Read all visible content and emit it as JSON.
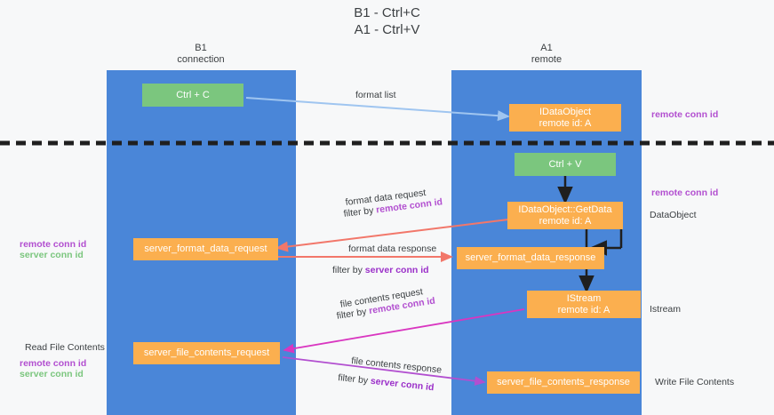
{
  "title": "B1 - Ctrl+C\nA1 - Ctrl+V",
  "columns": [
    {
      "name": "left-column",
      "label": "B1\nconnection"
    },
    {
      "name": "right-column",
      "label": "A1\nremote"
    }
  ],
  "nodes": {
    "ctrl_c": "Ctrl + C",
    "ctrl_v": "Ctrl + V",
    "idataobject": "IDataObject\nremote id: A",
    "getdata": "IDataObject::GetData\nremote id: A",
    "istream": "IStream\nremote id: A",
    "server_format_data_request": "server_format_data_request",
    "server_format_data_response": "server_format_data_response",
    "server_file_contents_request": "server_file_contents_request",
    "server_file_contents_response": "server_file_contents_response"
  },
  "edges": {
    "format_list": "format list",
    "format_data_request": "format data request",
    "format_data_response": "format data response",
    "file_contents_request": "file contents request",
    "file_contents_response": "file contents response",
    "filter_by": "filter by ",
    "remote_conn_id": "remote conn id",
    "server_conn_id": "server conn id"
  },
  "side_labels": {
    "left_read_file_contents": "Read File Contents",
    "left_remote_conn_id": "remote conn id",
    "left_server_conn_id": "server conn id",
    "left_mid_remote_conn_id": "remote conn id",
    "left_mid_server_conn_id": "server conn id",
    "right_remote_conn_id_top": "remote conn id",
    "right_remote_conn_id_mid": "remote conn id",
    "right_dataobject": "DataObject",
    "right_istream": "Istream",
    "right_write_file_contents": "Write File Contents"
  },
  "colors": {
    "lane": "#4a86d8",
    "green_node": "#7bc67e",
    "orange_node": "#fbaf4f",
    "purple": "#b24fd0",
    "arrow_blue": "#9fc5f0",
    "arrow_red": "#f2776a",
    "arrow_magenta": "#d936c0",
    "arrow_purple": "#b24fd0",
    "arrow_black": "#1f1f1f",
    "divider": "#1f1f1f",
    "background": "#f7f8f9"
  }
}
